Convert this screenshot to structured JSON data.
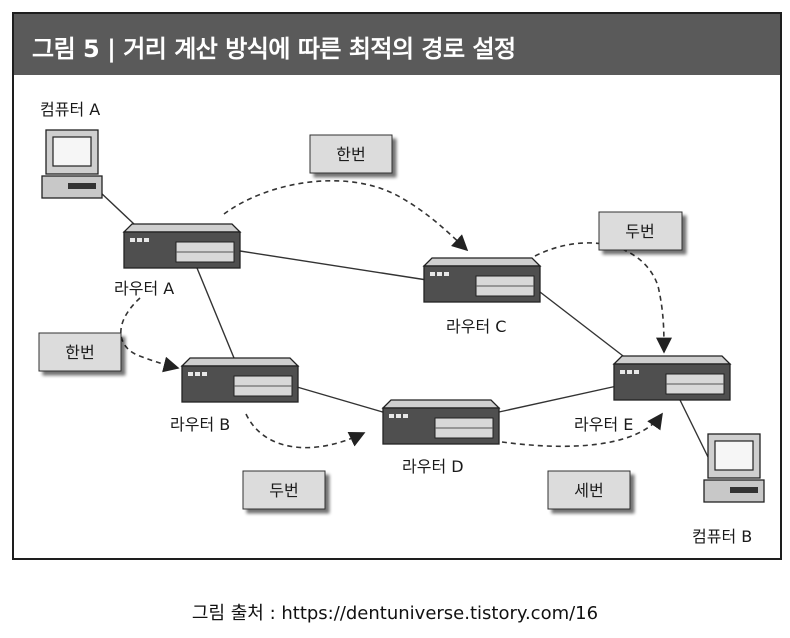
{
  "figure": {
    "title": "그림 5 | 거리 계산 방식에 따른 최적의 경로 설정",
    "caption": "그림 출처 : https://dentuniverse.tistory.com/16"
  },
  "nodes": {
    "computer_a": "컴퓨터 A",
    "computer_b": "컴퓨터 B",
    "router_a": "라우터 A",
    "router_b": "라우터 B",
    "router_c": "라우터 C",
    "router_d": "라우터 D",
    "router_e": "라우터 E"
  },
  "hops": {
    "top": "한번",
    "right_top": "두번",
    "left": "한번",
    "bottom_left": "두번",
    "bottom_right": "세번"
  },
  "colors": {
    "title_bar": "#5a5a5a",
    "tag_fill": "#dcdcdc",
    "device_dark": "#555555"
  }
}
